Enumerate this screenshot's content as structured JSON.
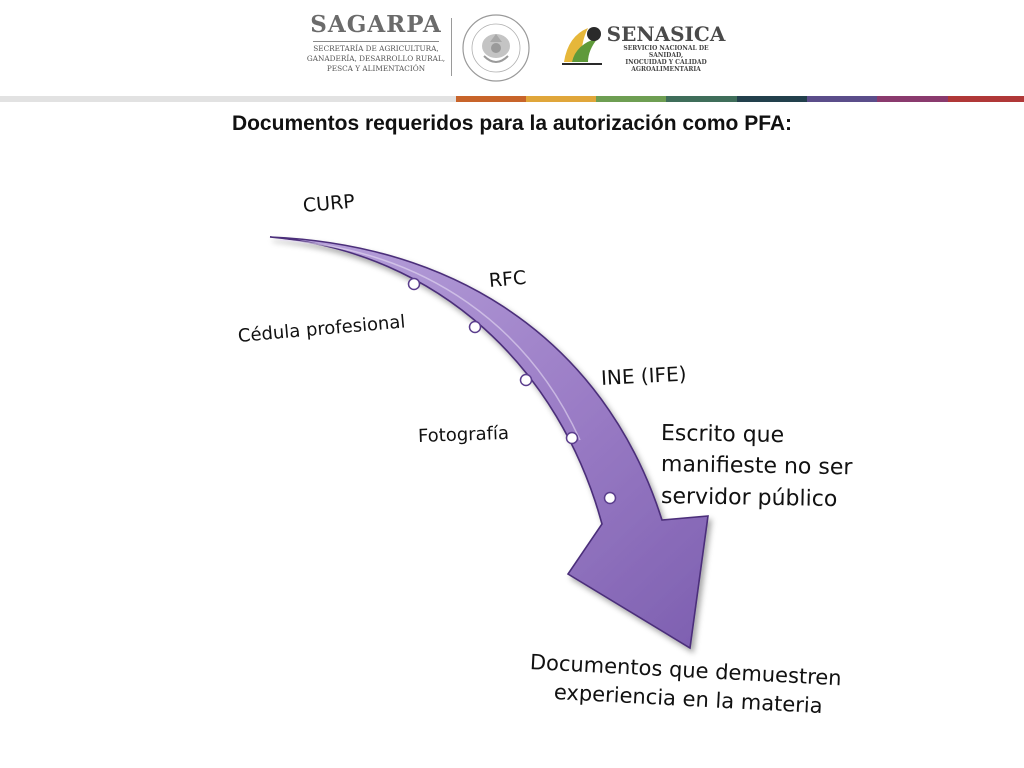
{
  "header": {
    "sagarpa_name": "SAGARPA",
    "sagarpa_sub_1": "SECRETARÍA DE AGRICULTURA,",
    "sagarpa_sub_2": "GANADERÍA, DESARROLLO RURAL,",
    "sagarpa_sub_3": "PESCA Y ALIMENTACIÓN",
    "senasica_name": "SENASICA",
    "senasica_sub_1": "SERVICIO NACIONAL DE SANIDAD,",
    "senasica_sub_2": "INOCUIDAD Y CALIDAD",
    "senasica_sub_3": "AGROALIMENTARIA",
    "strip_colors": [
      "#e2e2e2",
      "#c8642a",
      "#e0a63a",
      "#6e9e52",
      "#3f6e5a",
      "#22404c",
      "#5b4d8a",
      "#8a3a6e",
      "#b03838"
    ]
  },
  "title": "Documentos requeridos para la autorización como PFA:",
  "diagram": {
    "arrow_color": "#9b7dc6",
    "items": [
      "CURP",
      "RFC",
      "Cédula profesional",
      "INE (IFE)",
      "Fotografía",
      "Escrito que",
      "manifieste no ser",
      "servidor público",
      "Documentos que demuestren",
      "experiencia en la materia"
    ]
  }
}
